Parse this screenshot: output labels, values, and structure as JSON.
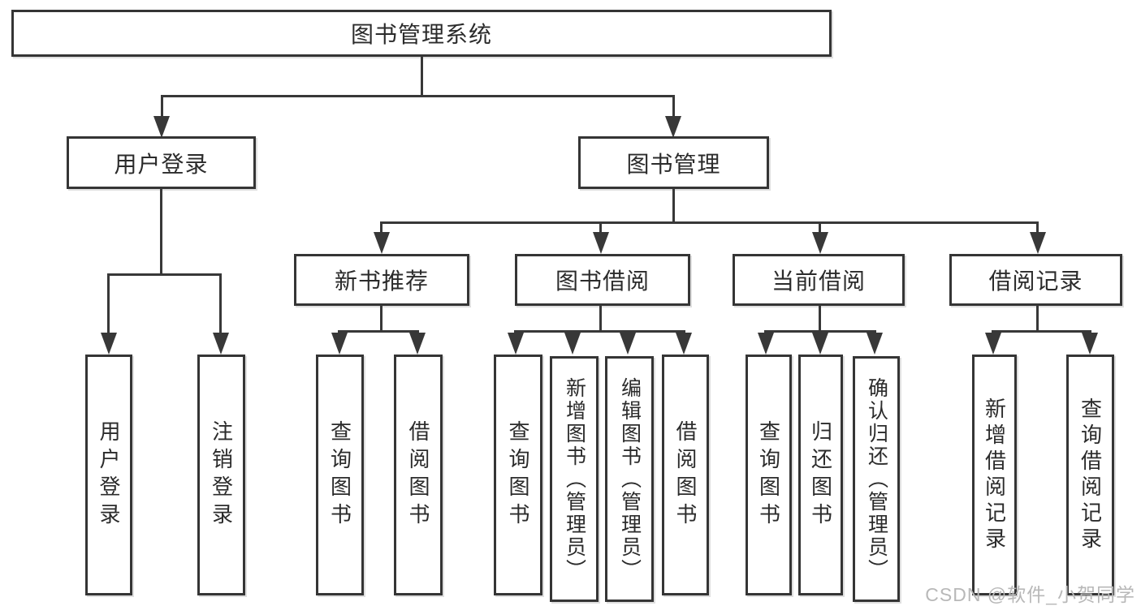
{
  "root": {
    "label": "图书管理系统"
  },
  "level1": [
    {
      "label": "用户登录"
    },
    {
      "label": "图书管理"
    }
  ],
  "level2": [
    {
      "label": "新书推荐"
    },
    {
      "label": "图书借阅"
    },
    {
      "label": "当前借阅"
    },
    {
      "label": "借阅记录"
    }
  ],
  "leaves": [
    {
      "label": "用户登录"
    },
    {
      "label": "注销登录"
    },
    {
      "label": "查询图书"
    },
    {
      "label": "借阅图书"
    },
    {
      "label": "查询图书"
    },
    {
      "label": "新增图书（管理员）"
    },
    {
      "label": "编辑图书（管理员）"
    },
    {
      "label": "借阅图书"
    },
    {
      "label": "查询图书"
    },
    {
      "label": "归还图书"
    },
    {
      "label": "确认归还（管理员）"
    },
    {
      "label": "新增借阅记录"
    },
    {
      "label": "查询借阅记录"
    }
  ],
  "watermark": {
    "text": "CSDN @软件_小贺同学"
  },
  "colors": {
    "line": "#383838",
    "border": "#353535",
    "text": "#2b2b2b",
    "background": "#ffffff",
    "watermark": "#b8b8b8"
  }
}
